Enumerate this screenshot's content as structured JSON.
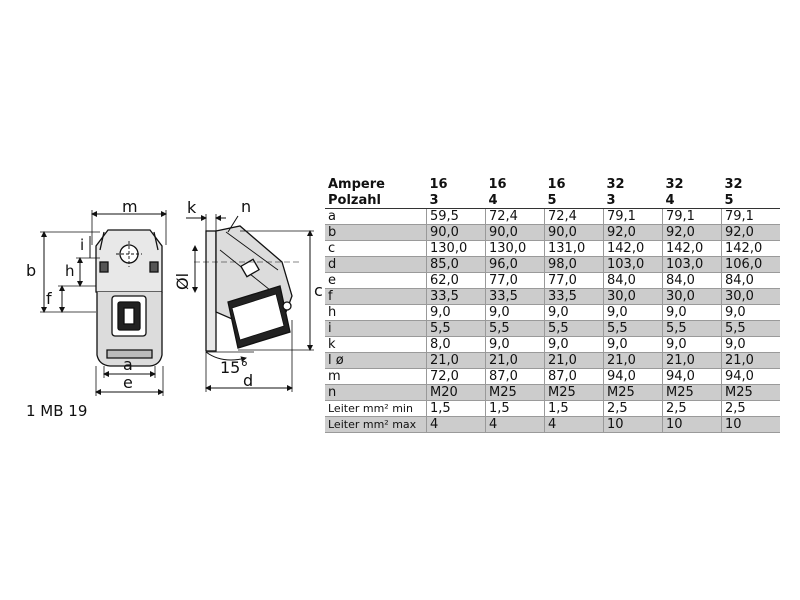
{
  "figure": {
    "caption": "1 MB 19",
    "labels": {
      "m": "m",
      "b": "b",
      "i": "i",
      "h": "h",
      "f": "f",
      "a": "a",
      "e": "e",
      "k": "k",
      "n": "n",
      "dl": "Øl",
      "c": "c",
      "d": "d",
      "angle": "15°"
    }
  },
  "table": {
    "header": {
      "ampere_label": "Ampere",
      "polzahl_label": "Polzahl",
      "ampere": [
        "16",
        "16",
        "16",
        "32",
        "32",
        "32"
      ],
      "polzahl": [
        "3",
        "4",
        "5",
        "3",
        "4",
        "5"
      ]
    },
    "rows": [
      {
        "label": "a",
        "values": [
          "59,5",
          "72,4",
          "72,4",
          "79,1",
          "79,1",
          "79,1"
        ],
        "shaded": false
      },
      {
        "label": "b",
        "values": [
          "90,0",
          "90,0",
          "90,0",
          "92,0",
          "92,0",
          "92,0"
        ],
        "shaded": true
      },
      {
        "label": "c",
        "values": [
          "130,0",
          "130,0",
          "131,0",
          "142,0",
          "142,0",
          "142,0"
        ],
        "shaded": false
      },
      {
        "label": "d",
        "values": [
          "85,0",
          "96,0",
          "98,0",
          "103,0",
          "103,0",
          "106,0"
        ],
        "shaded": true
      },
      {
        "label": "e",
        "values": [
          "62,0",
          "77,0",
          "77,0",
          "84,0",
          "84,0",
          "84,0"
        ],
        "shaded": false
      },
      {
        "label": "f",
        "values": [
          "33,5",
          "33,5",
          "33,5",
          "30,0",
          "30,0",
          "30,0"
        ],
        "shaded": true
      },
      {
        "label": "h",
        "values": [
          "9,0",
          "9,0",
          "9,0",
          "9,0",
          "9,0",
          "9,0"
        ],
        "shaded": false
      },
      {
        "label": "i",
        "values": [
          "5,5",
          "5,5",
          "5,5",
          "5,5",
          "5,5",
          "5,5"
        ],
        "shaded": true
      },
      {
        "label": "k",
        "values": [
          "8,0",
          "9,0",
          "9,0",
          "9,0",
          "9,0",
          "9,0"
        ],
        "shaded": false
      },
      {
        "label": "l ø",
        "values": [
          "21,0",
          "21,0",
          "21,0",
          "21,0",
          "21,0",
          "21,0"
        ],
        "shaded": true
      },
      {
        "label": "m",
        "values": [
          "72,0",
          "87,0",
          "87,0",
          "94,0",
          "94,0",
          "94,0"
        ],
        "shaded": false
      },
      {
        "label": "n",
        "values": [
          "M20",
          "M25",
          "M25",
          "M25",
          "M25",
          "M25"
        ],
        "shaded": true
      },
      {
        "label": "Leiter mm² min",
        "values": [
          "1,5",
          "1,5",
          "1,5",
          "2,5",
          "2,5",
          "2,5"
        ],
        "shaded": false
      },
      {
        "label": "Leiter mm² max",
        "values": [
          "4",
          "4",
          "4",
          "10",
          "10",
          "10"
        ],
        "shaded": true
      }
    ]
  }
}
